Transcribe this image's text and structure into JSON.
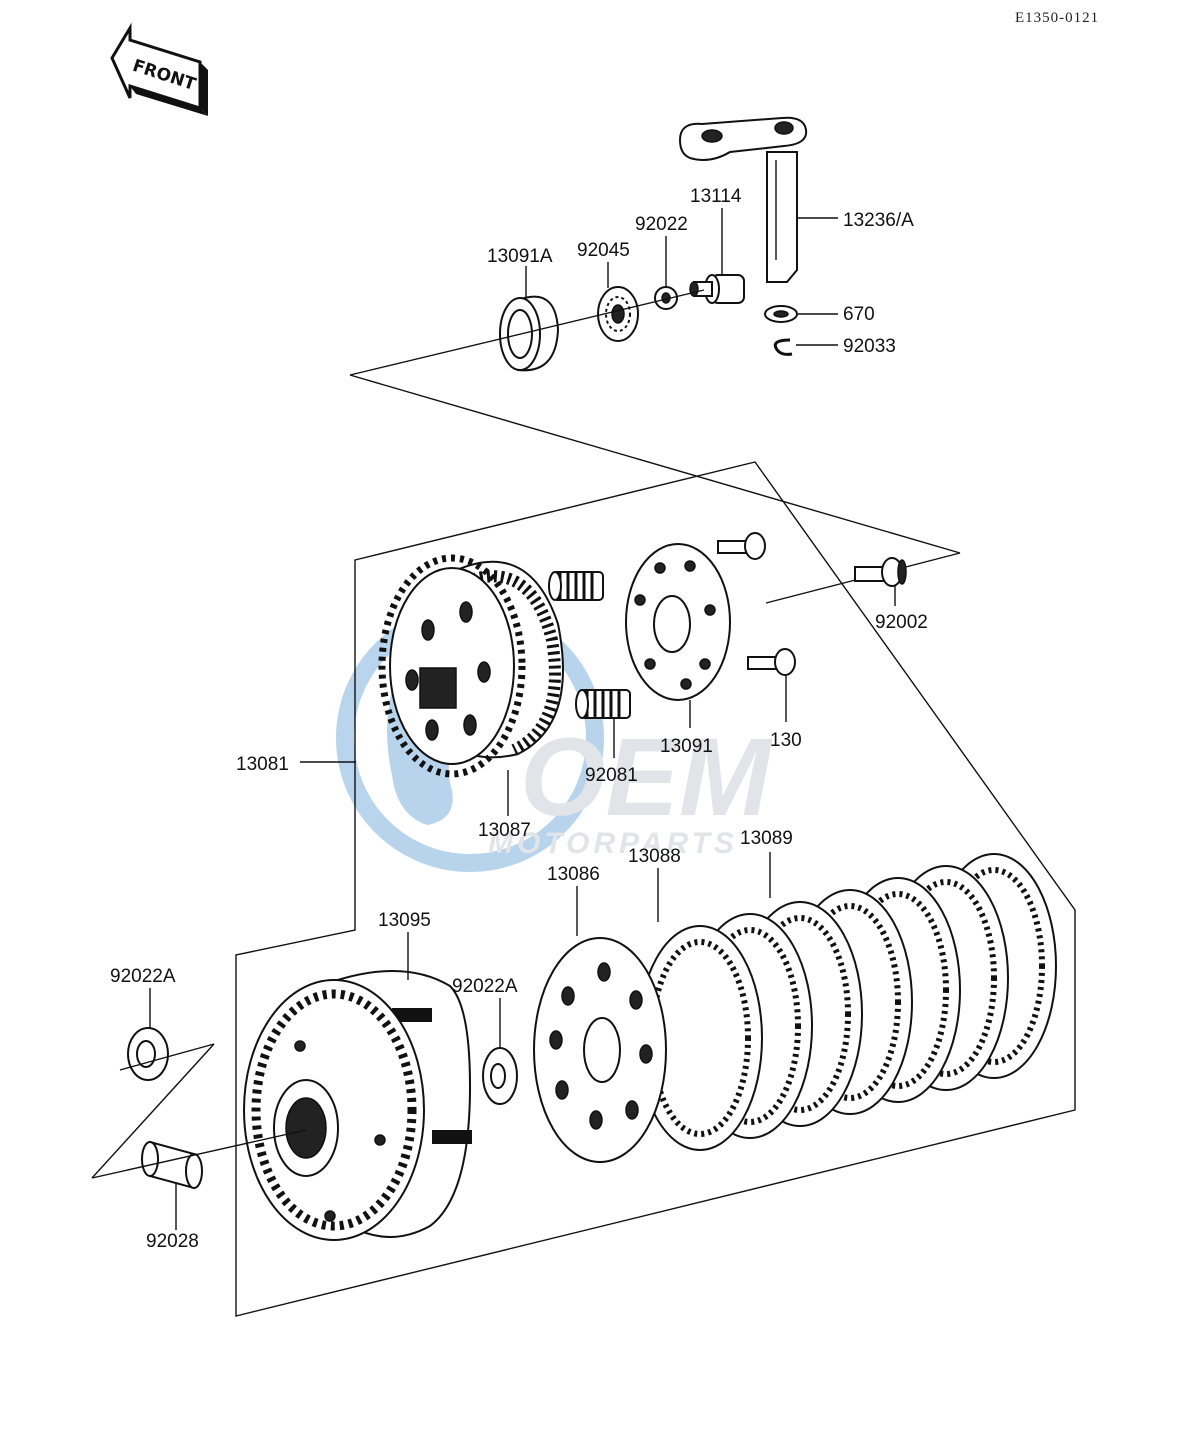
{
  "diagram_code": "E1350-0121",
  "front_label": "FRONT",
  "watermark": {
    "brand": "OEM",
    "sub": "MOTORPARTS",
    "color": "#7fb2df"
  },
  "parts": {
    "p13236A": "13236/A",
    "p13114": "13114",
    "p92022": "92022",
    "p92045": "92045",
    "p13091A": "13091A",
    "p670": "670",
    "p92033": "92033",
    "p92002": "92002",
    "p130": "130",
    "p13091": "13091",
    "p92081": "92081",
    "p13081": "13081",
    "p13087": "13087",
    "p13089": "13089",
    "p13088": "13088",
    "p13086": "13086",
    "p13095": "13095",
    "p92022A_left": "92022A",
    "p92022A_mid": "92022A",
    "p92028": "92028"
  }
}
